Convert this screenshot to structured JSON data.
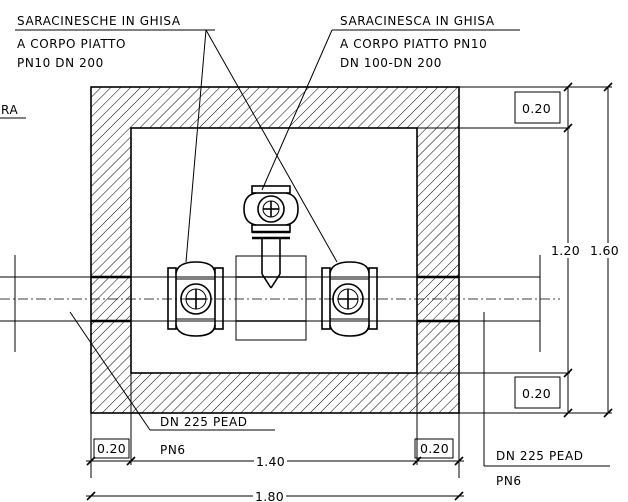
{
  "labels": {
    "gate_valves_line1": "SARACINESCHE IN GHISA",
    "gate_valves_line2": "A CORPO PIATTO",
    "gate_valves_line3": "PN10 DN 200",
    "gate_valve_line1": "SARACINESCA IN GHISA",
    "gate_valve_line2": "A CORPO PIATTO PN10",
    "gate_valve_line3": "DN 100-DN 200",
    "cut_label": "RA",
    "pipe_left_line1": "DN 225 PEAD",
    "pipe_left_line2": "PN6",
    "pipe_right_line1": "DN 225 PEAD",
    "pipe_right_line2": "PN6"
  },
  "dimensions": {
    "wall_top": "0.20",
    "inner_height": "1.20",
    "outer_height": "1.60",
    "wall_bottom": "0.20",
    "wall_left": "0.20",
    "wall_right": "0.20",
    "inner_width": "1.40",
    "outer_width": "1.80"
  },
  "colors": {
    "line": "#000000",
    "background": "#ffffff"
  }
}
